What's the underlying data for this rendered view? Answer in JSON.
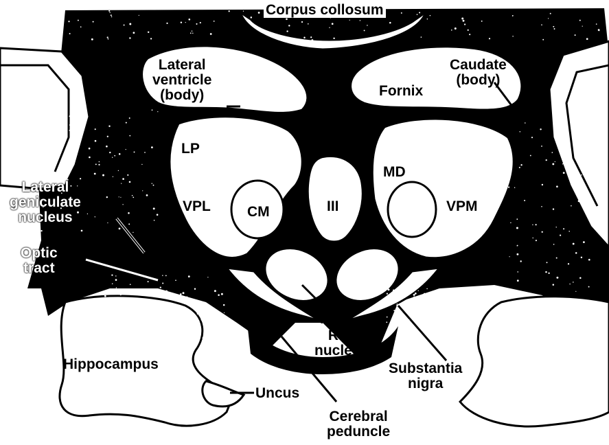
{
  "labels": {
    "corpus_collosum": "Corpus collosum",
    "lateral_ventricle": [
      "Lateral",
      "ventricle",
      "(body)"
    ],
    "caudate": [
      "Caudate",
      "(body)"
    ],
    "fornix": "Fornix",
    "lp": "LP",
    "md": "MD",
    "lateral_geniculate": [
      "Lateral",
      "geniculate",
      "nucleus"
    ],
    "vpl": "VPL",
    "cm": "CM",
    "third_ventricle": "III",
    "vpm": "VPM",
    "optic_tract": [
      "Optic",
      "tract"
    ],
    "red_nucleus": [
      "Red",
      "nucleus"
    ],
    "hippocampus": "Hippocampus",
    "substantia_nigra": [
      "Substantia",
      "nigra"
    ],
    "uncus": "Uncus",
    "cerebral_peduncle": [
      "Cerebral",
      "peduncle"
    ]
  },
  "colors": {
    "tissue_dark": "#000000",
    "structure_light": "#ffffff",
    "stipple": "#ffffff"
  }
}
